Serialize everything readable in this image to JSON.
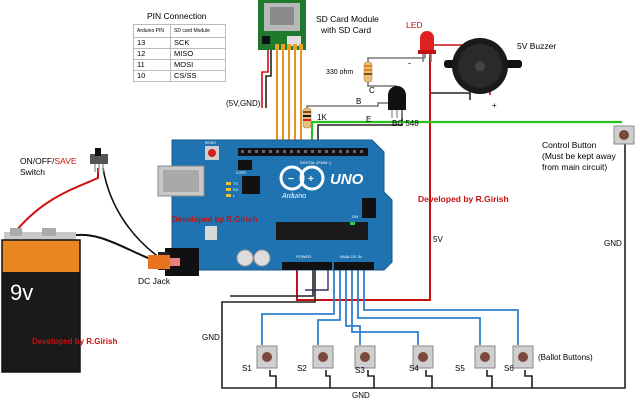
{
  "pin_connection": {
    "title": "PIN Connection",
    "col_arduino": "Arduino PIN",
    "col_sd": "SD card Module",
    "rows": [
      {
        "arduino": "13",
        "sd": "SCK"
      },
      {
        "arduino": "12",
        "sd": "MISO"
      },
      {
        "arduino": "11",
        "sd": "MOSI"
      },
      {
        "arduino": "10",
        "sd": "CS/SS"
      }
    ]
  },
  "labels": {
    "sd_module_line1": "SD Card Module",
    "sd_module_line2": "with SD Card",
    "led": "LED",
    "buzzer": "5V Buzzer",
    "resistor_330": "330 ohm",
    "resistor_1k": "1K",
    "transistor": "BC 548",
    "pin_b": "B",
    "pin_c": "C",
    "pin_e": "E",
    "power_5v_gnd": "(5V,GND)",
    "switch_line1_a": "ON/OFF/",
    "switch_line1_b": "SAVE",
    "switch_line2": "Switch",
    "battery": "9v",
    "dc_jack": "DC Jack",
    "control_line1": "Control Button",
    "control_line2": "(Must be kept away",
    "control_line3": "from main circuit)",
    "developed_board": "Developed by R.Girish",
    "developed_right": "Developed by R.Girish",
    "developed_battery": "Developed by R.Girish",
    "label_5v": "5V",
    "gnd_right": "GND",
    "gnd_left": "GND",
    "gnd_bottom": "GND",
    "ballot": "(Ballot Buttons)",
    "plus": "+",
    "minus": "-",
    "buttons": [
      "S1",
      "S2",
      "S3",
      "S4",
      "S5",
      "S6"
    ]
  },
  "board": {
    "brand": "UNO",
    "sub": "Arduino",
    "digital": "DIGITAL (PWM~)",
    "analog": "ANALOG IN",
    "power": "POWER",
    "icsp": "ICSP2",
    "reset": "RESET",
    "on": "ON",
    "tx": "TX",
    "rx": "RX",
    "l": "L",
    "color": "#1e73b0"
  }
}
